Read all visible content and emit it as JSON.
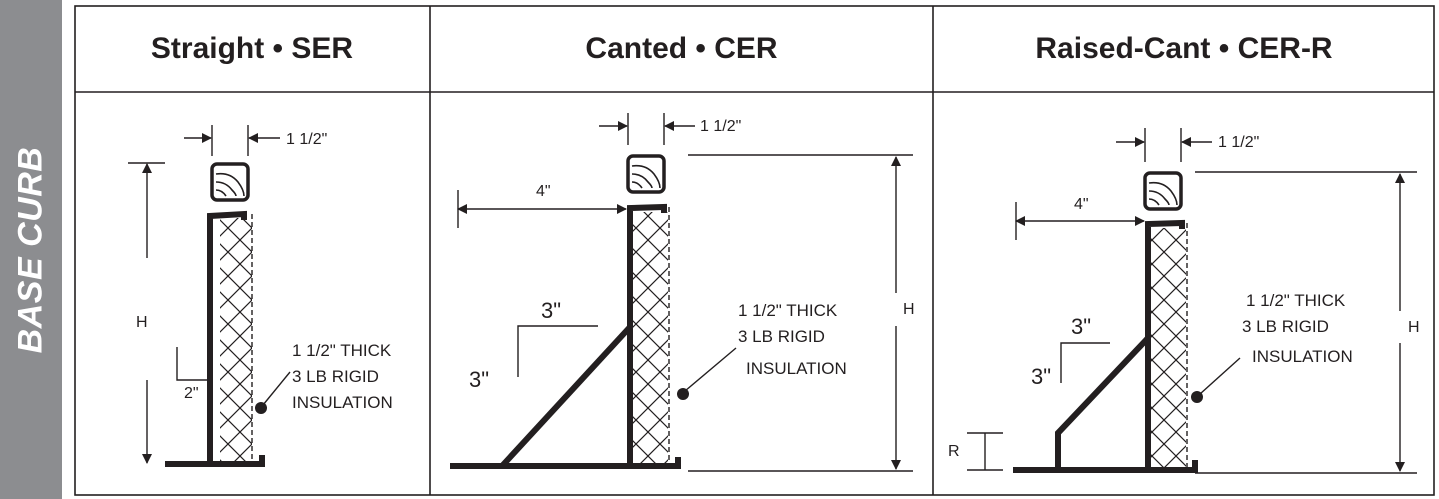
{
  "side_label": "BASE CURB",
  "panels": [
    {
      "title": "Straight • SER",
      "width_label": "1 1/2\"",
      "height_label": "H",
      "offset_label": "2\"",
      "insulation_lines": [
        "1 1/2\" THICK",
        "3 LB RIGID",
        "INSULATION"
      ]
    },
    {
      "title": "Canted • CER",
      "width_label": "1 1/2\"",
      "cant_width_label": "4\"",
      "slope_run_label": "3\"",
      "slope_rise_label": "3\"",
      "height_label": "H",
      "insulation_lines": [
        "1 1/2\" THICK",
        "3 LB RIGID",
        "INSULATION"
      ]
    },
    {
      "title": "Raised-Cant • CER-R",
      "width_label": "1 1/2\"",
      "cant_width_label": "4\"",
      "slope_run_label": "3\"",
      "slope_rise_label": "3\"",
      "raise_label": "R",
      "height_label": "H",
      "insulation_lines": [
        "1 1/2\" THICK",
        "3 LB RIGID",
        "INSULATION"
      ]
    }
  ]
}
